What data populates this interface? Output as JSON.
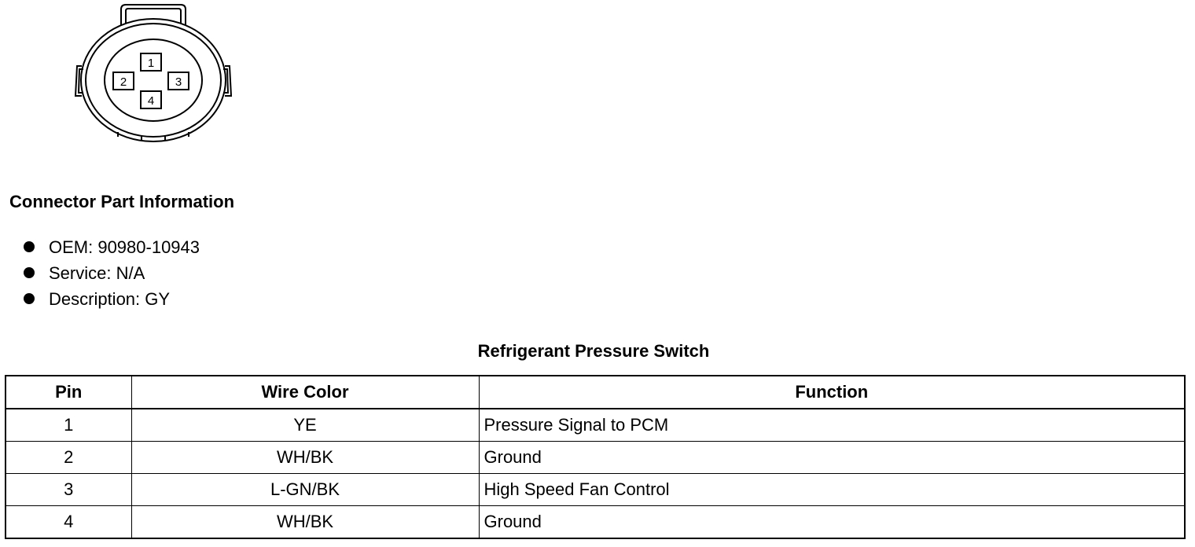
{
  "connector": {
    "pins": [
      "1",
      "2",
      "3",
      "4"
    ]
  },
  "section_title": "Connector Part Information",
  "info_items": [
    "OEM: 90980-10943",
    "Service: N/A",
    "Description: GY"
  ],
  "table": {
    "title": "Refrigerant Pressure Switch",
    "headers": [
      "Pin",
      "Wire Color",
      "Function"
    ],
    "rows": [
      {
        "pin": "1",
        "wire_color": "YE",
        "function": "Pressure Signal to PCM"
      },
      {
        "pin": "2",
        "wire_color": "WH/BK",
        "function": "Ground"
      },
      {
        "pin": "3",
        "wire_color": "L-GN/BK",
        "function": "High Speed Fan Control"
      },
      {
        "pin": "4",
        "wire_color": "WH/BK",
        "function": "Ground"
      }
    ]
  }
}
